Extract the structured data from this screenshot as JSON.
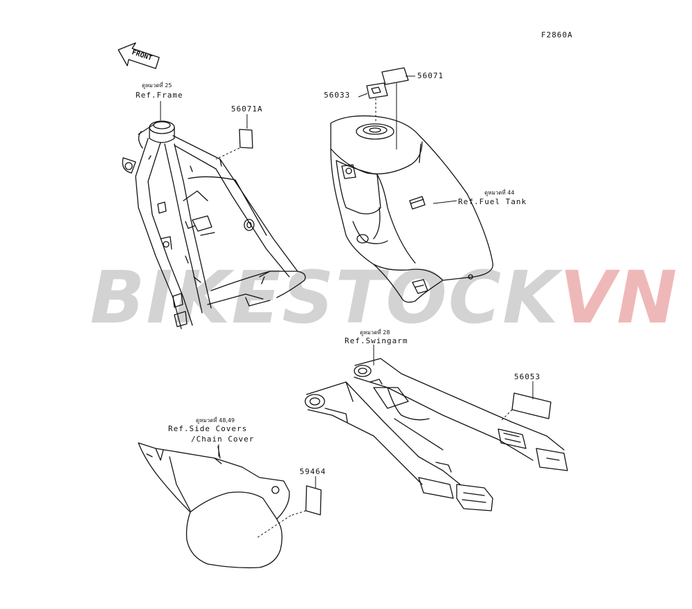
{
  "figure_code": "F2860A",
  "front_arrow_text": "FRONT",
  "watermark": {
    "part1": "BIKESTOCK",
    "part2": "VN",
    "color1": "#969696",
    "color2": "#e27e7e"
  },
  "references": {
    "frame": {
      "thai": "ดูหมวดที่ 25",
      "label": "Ref.Frame"
    },
    "fuel_tank": {
      "thai": "ดูหมวดที่ 44",
      "label": "Ref.Fuel Tank"
    },
    "swingarm": {
      "thai": "ดูหมวดที่ 28",
      "label": "Ref.Swingarm"
    },
    "side_covers": {
      "thai": "ดูหมวดที่ 48,49",
      "label_line1": "Ref.Side Covers",
      "label_line2": "/Chain Cover"
    }
  },
  "part_numbers": {
    "frame_label": "56071A",
    "tank_cap_label": "56033",
    "tank_label": "56071",
    "swingarm_label": "56053",
    "side_cover_label": "59464"
  }
}
